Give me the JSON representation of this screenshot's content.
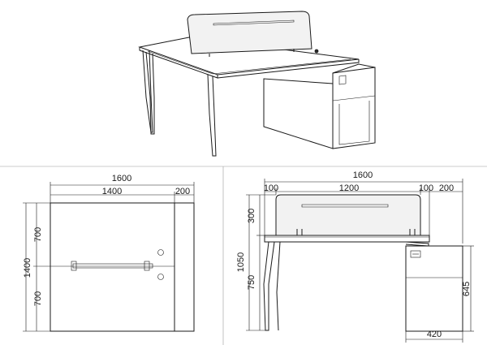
{
  "plan_view": {
    "total_width": "1600",
    "desk_width": "1400",
    "side_width": "200",
    "total_depth": "1400",
    "upper_depth": "700",
    "lower_depth": "700"
  },
  "front_view": {
    "total_width": "1600",
    "left_overhang": "100",
    "desk_span": "1200",
    "right_gap": "100",
    "right_side": "200",
    "screen_height": "300",
    "total_height": "1050",
    "desk_height": "750",
    "cabinet_height": "645",
    "cabinet_width": "420"
  }
}
